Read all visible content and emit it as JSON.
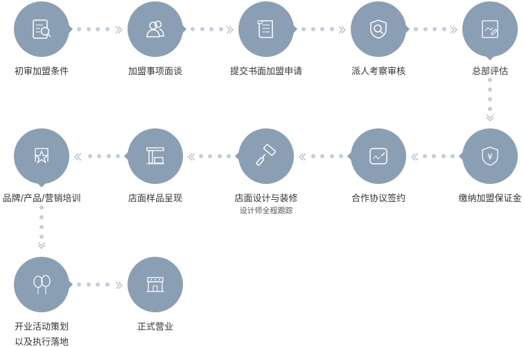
{
  "steps": [
    {
      "label": "初审加盟条件",
      "icon": "document-search-icon"
    },
    {
      "label": "加盟事项面谈",
      "icon": "users-icon"
    },
    {
      "label": "提交书面加盟申请",
      "icon": "scroll-icon"
    },
    {
      "label": "派人考察审核",
      "icon": "shield-search-icon"
    },
    {
      "label": "总部评估",
      "icon": "edit-chart-icon"
    },
    {
      "label": "缴纳加盟保证金",
      "icon": "shield-yen-icon"
    },
    {
      "label": "合作协议签约",
      "icon": "sign-icon"
    },
    {
      "label": "店面设计与装修",
      "sub": "设计师全程跟踪",
      "icon": "paint-roller-icon"
    },
    {
      "label": "店面样品呈现",
      "icon": "storefront-icon"
    },
    {
      "label": "品牌/产品/营销培训",
      "icon": "star-board-icon"
    },
    {
      "label": "开业活动策划",
      "label2": "以及执行落地",
      "icon": "balloons-icon"
    },
    {
      "label": "正式营业",
      "icon": "shop-icon"
    }
  ],
  "colors": {
    "circle": "#8b9fb4",
    "dot": "#c3cedb",
    "chevron": "#9aabbf"
  }
}
